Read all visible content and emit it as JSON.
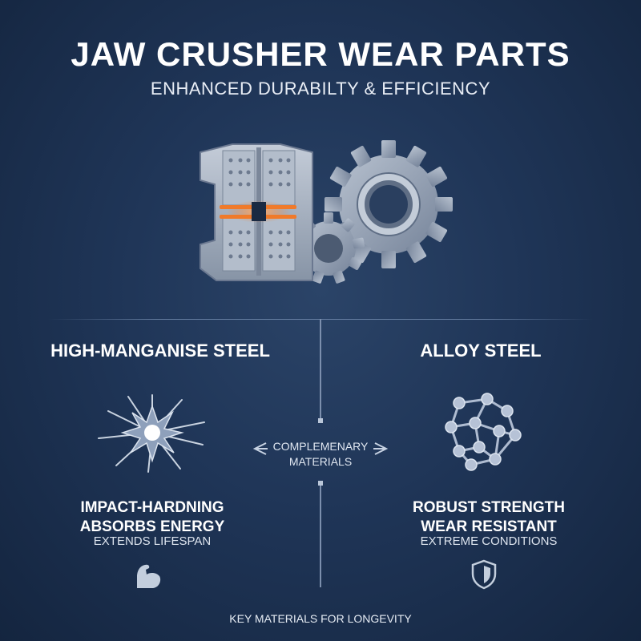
{
  "header": {
    "title": "JAW CRUSHER WEAR PARTS",
    "subtitle": "ENHANCED DURABILTY & EFFICIENCY"
  },
  "hero": {
    "icon": "jaw-crusher-gears-icon"
  },
  "left": {
    "title": "HIGH-MANGANISE STEEL",
    "icon": "impact-burst-icon",
    "feature_line1": "IMPACT-HARDNING",
    "feature_line2": "ABSORBS ENERGY",
    "sub": "EXTENDS LIFESPAN",
    "bottom_icon": "flexed-arm-icon"
  },
  "center": {
    "label_line1": "COMPLEMENARY",
    "label_line2": "MATERIALS"
  },
  "right": {
    "title": "ALLOY STEEL",
    "icon": "molecular-lattice-icon",
    "feature_line1": "ROBUST STRENGTH",
    "feature_line2": "WEAR RESISTANT",
    "sub": "EXTREME CONDITIONS",
    "bottom_icon": "shield-icon"
  },
  "footer": {
    "text": "KEY MATERIALS FOR LONGEVITY"
  },
  "colors": {
    "background": "#1f3557",
    "metal": "#a9b4c3",
    "accent_orange": "#f07a2a",
    "text": "#ffffff"
  }
}
